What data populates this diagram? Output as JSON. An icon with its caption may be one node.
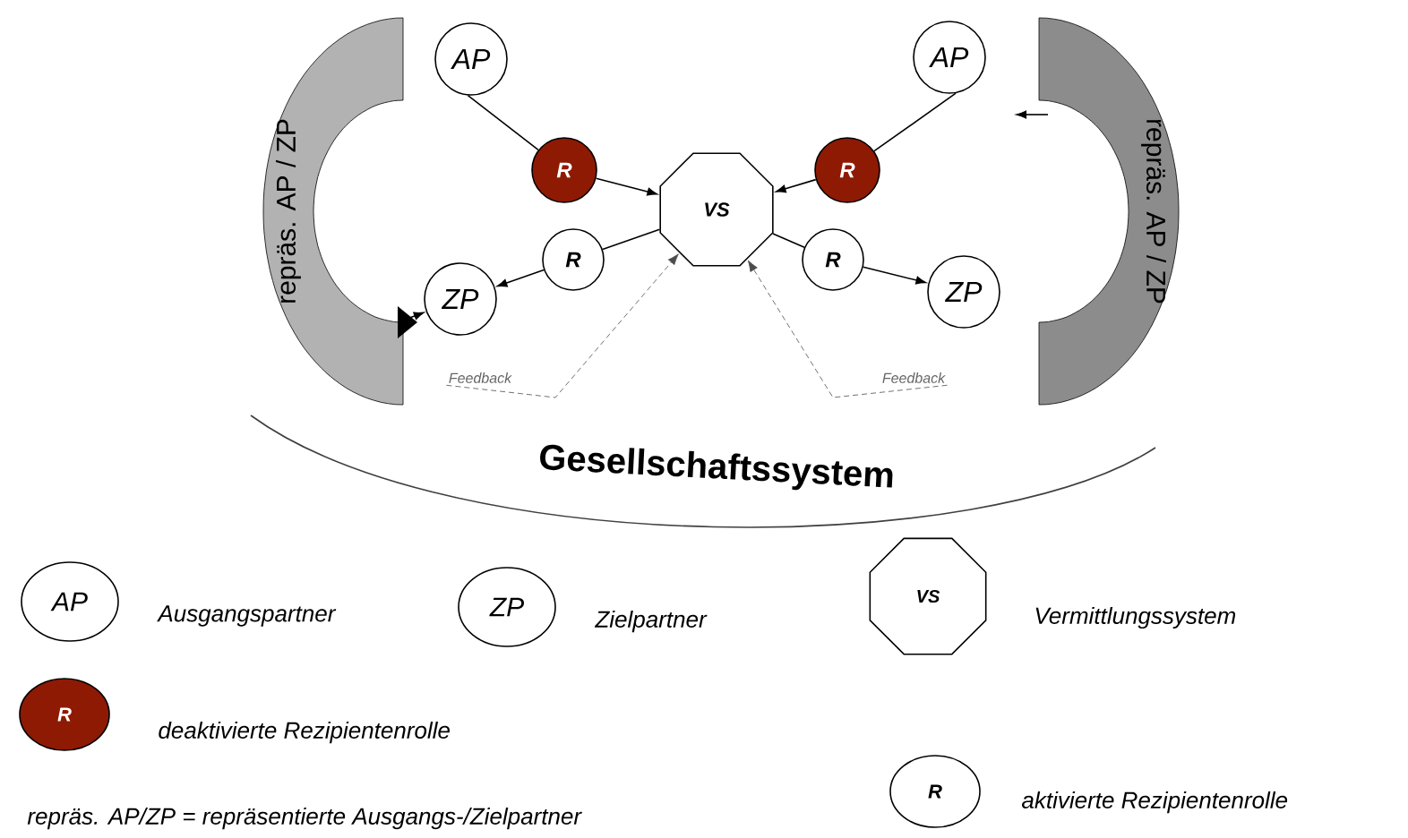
{
  "diagram": {
    "nodes": [
      {
        "text": [
          "repräs. AP / ZP"
        ]
      },
      {
        "text": [
          "repräs. AP / ZP"
        ]
      },
      {
        "text": [
          "AP"
        ]
      },
      {
        "text": [
          "AP"
        ]
      },
      {
        "text": [
          "R"
        ]
      },
      {
        "text": [
          "R"
        ]
      },
      {
        "text": [
          "VS"
        ]
      },
      {
        "text": [
          "R"
        ]
      },
      {
        "text": [
          "R"
        ]
      },
      {
        "text": [
          "ZP"
        ]
      },
      {
        "text": [
          "ZP"
        ]
      },
      {
        "text": [
          "Feedback"
        ]
      },
      {
        "text": [
          "Feedback"
        ]
      },
      {
        "text": [
          "AP"
        ]
      },
      {
        "text": [
          "ZP"
        ]
      },
      {
        "text": [
          "VS"
        ]
      },
      {
        "text": [
          "R"
        ]
      },
      {
        "text": [
          "R"
        ]
      }
    ],
    "edges": [
      {
        "from": 2,
        "to": 4,
        "arrow": "none"
      },
      {
        "from": 4,
        "to": 6,
        "arrow": "to"
      },
      {
        "from": 3,
        "to": 5,
        "arrow": "none"
      },
      {
        "from": 5,
        "to": 6,
        "arrow": "to"
      },
      {
        "from": 6,
        "to": 7,
        "arrow": "none"
      },
      {
        "from": 7,
        "to": 9,
        "arrow": "to"
      },
      {
        "from": 6,
        "to": 8,
        "arrow": "none"
      },
      {
        "from": 8,
        "to": 10,
        "arrow": "to"
      },
      {
        "from": 0,
        "to": 9,
        "arrow": "to"
      },
      {
        "from": 1,
        "to": null,
        "arrow": "to"
      },
      {
        "from": 11,
        "to": 6,
        "arrow": "to",
        "style": "dashed"
      },
      {
        "from": 12,
        "to": 6,
        "arrow": "to",
        "style": "dashed"
      }
    ],
    "labels": [
      "Gesellschaftssystem",
      "repräs. AP/ZP = repräsentierte Ausgangs-/Zielpartner"
    ],
    "legend": [
      {
        "text": "Ausgangspartner"
      },
      {
        "text": "Zielpartner"
      },
      {
        "text": "Vermittlungssystem"
      },
      {
        "text": "deaktivierte Rezipientenrolle"
      },
      {
        "text": "aktivierte Rezipientenrolle"
      }
    ]
  }
}
